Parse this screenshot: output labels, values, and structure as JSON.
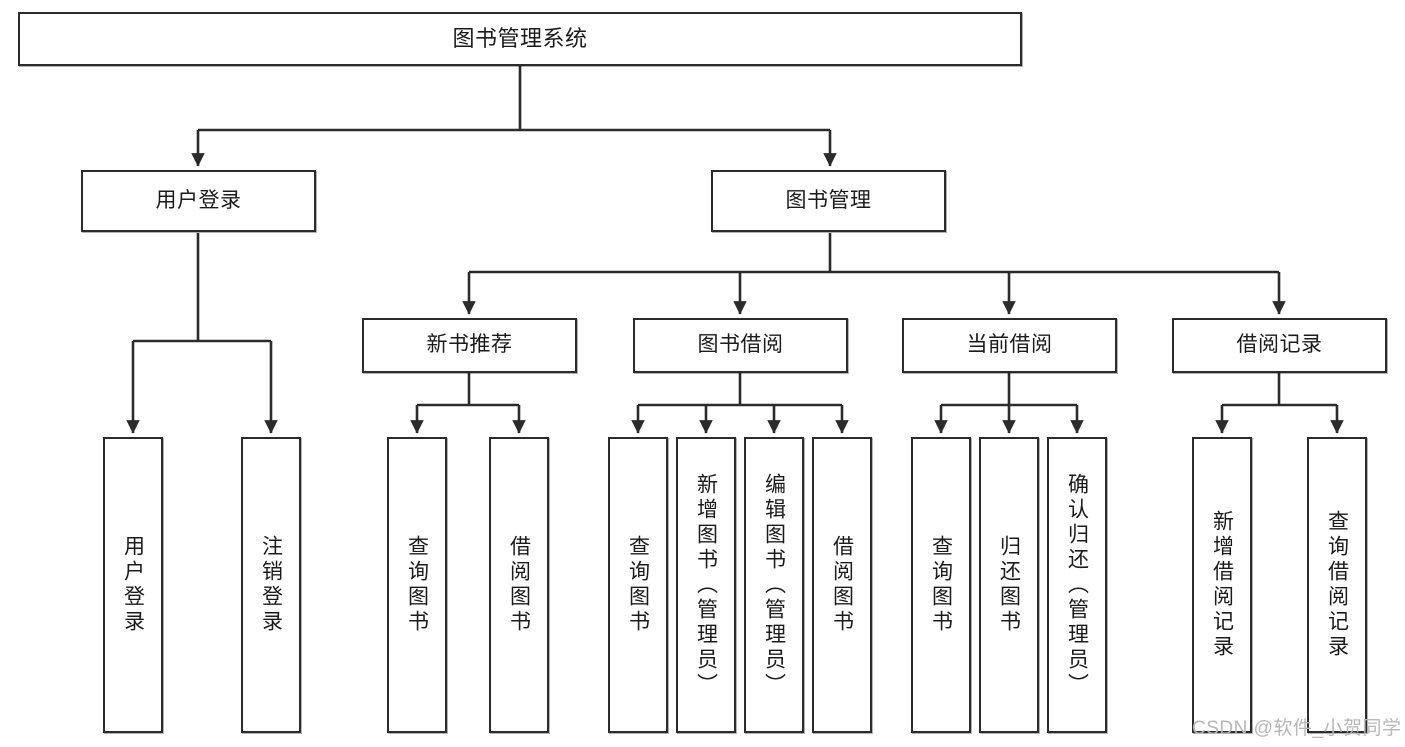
{
  "diagram": {
    "title": "图书管理系统",
    "type": "tree-hierarchy-chart",
    "watermark": "CSDN @软件_小贺同学",
    "colors": {
      "box_border": "#2b2b2b",
      "box_fill": "#ffffff",
      "edge": "#2b2b2b",
      "text": "#1b1b1b",
      "watermark": "#b7b7b7"
    },
    "nodes": {
      "root": {
        "label": "图书管理系统"
      },
      "level2": [
        {
          "id": "user-login",
          "label": "用户登录"
        },
        {
          "id": "book-management",
          "label": "图书管理"
        }
      ],
      "level3": [
        {
          "id": "new-book-recommend",
          "label": "新书推荐"
        },
        {
          "id": "book-borrow",
          "label": "图书借阅"
        },
        {
          "id": "current-borrow",
          "label": "当前借阅"
        },
        {
          "id": "borrow-record",
          "label": "借阅记录"
        }
      ],
      "leaves": {
        "user_login": [
          {
            "id": "leaf-user-login",
            "label": "用户登录"
          },
          {
            "id": "leaf-user-logout",
            "label": "注销登录"
          }
        ],
        "new_book_recommend": [
          {
            "id": "leaf-query-book-1",
            "label": "查询图书"
          },
          {
            "id": "leaf-borrow-book-1",
            "label": "借阅图书"
          }
        ],
        "book_borrow": [
          {
            "id": "leaf-query-book-2",
            "label": "查询图书"
          },
          {
            "id": "leaf-add-book",
            "label": "新增图书（管理员）"
          },
          {
            "id": "leaf-edit-book",
            "label": "编辑图书（管理员）"
          },
          {
            "id": "leaf-borrow-book-2",
            "label": "借阅图书"
          }
        ],
        "current_borrow": [
          {
            "id": "leaf-query-book-3",
            "label": "查询图书"
          },
          {
            "id": "leaf-return-book",
            "label": "归还图书"
          },
          {
            "id": "leaf-confirm-return",
            "label": "确认归还（管理员）"
          }
        ],
        "borrow_record": [
          {
            "id": "leaf-add-record",
            "label": "新增借阅记录"
          },
          {
            "id": "leaf-query-record",
            "label": "查询借阅记录"
          }
        ]
      }
    }
  }
}
